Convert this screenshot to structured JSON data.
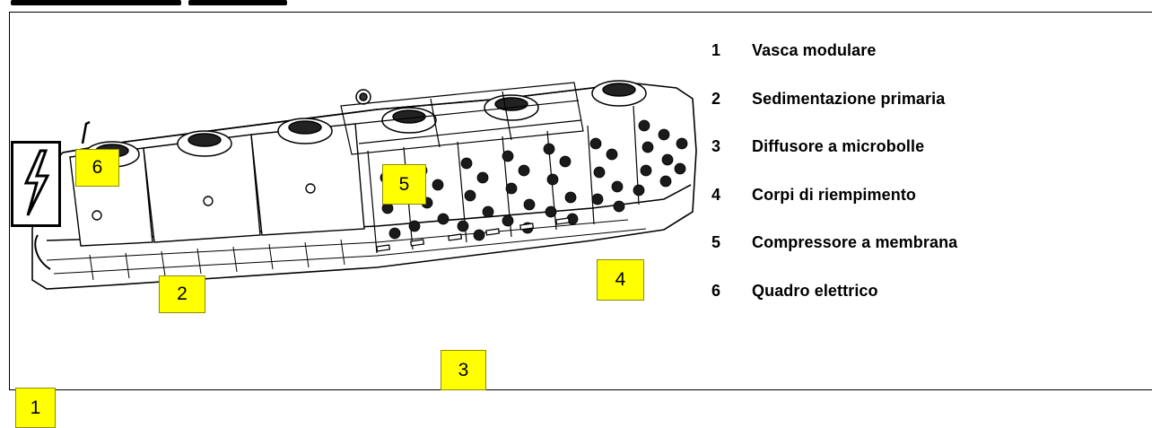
{
  "diagram": {
    "legend": [
      {
        "number": "1",
        "label": "Vasca modulare"
      },
      {
        "number": "2",
        "label": "Sedimentazione primaria"
      },
      {
        "number": "3",
        "label": "Diffusore a microbolle"
      },
      {
        "number": "4",
        "label": "Corpi di riempimento"
      },
      {
        "number": "5",
        "label": "Compressore a membrana"
      },
      {
        "number": "6",
        "label": "Quadro elettrico"
      }
    ],
    "callouts": [
      "6",
      "5",
      "2",
      "4",
      "3",
      "1"
    ],
    "colors": {
      "callout_fill": "#ffff00",
      "line": "#000000"
    },
    "icons": [
      "lightning-icon"
    ]
  }
}
